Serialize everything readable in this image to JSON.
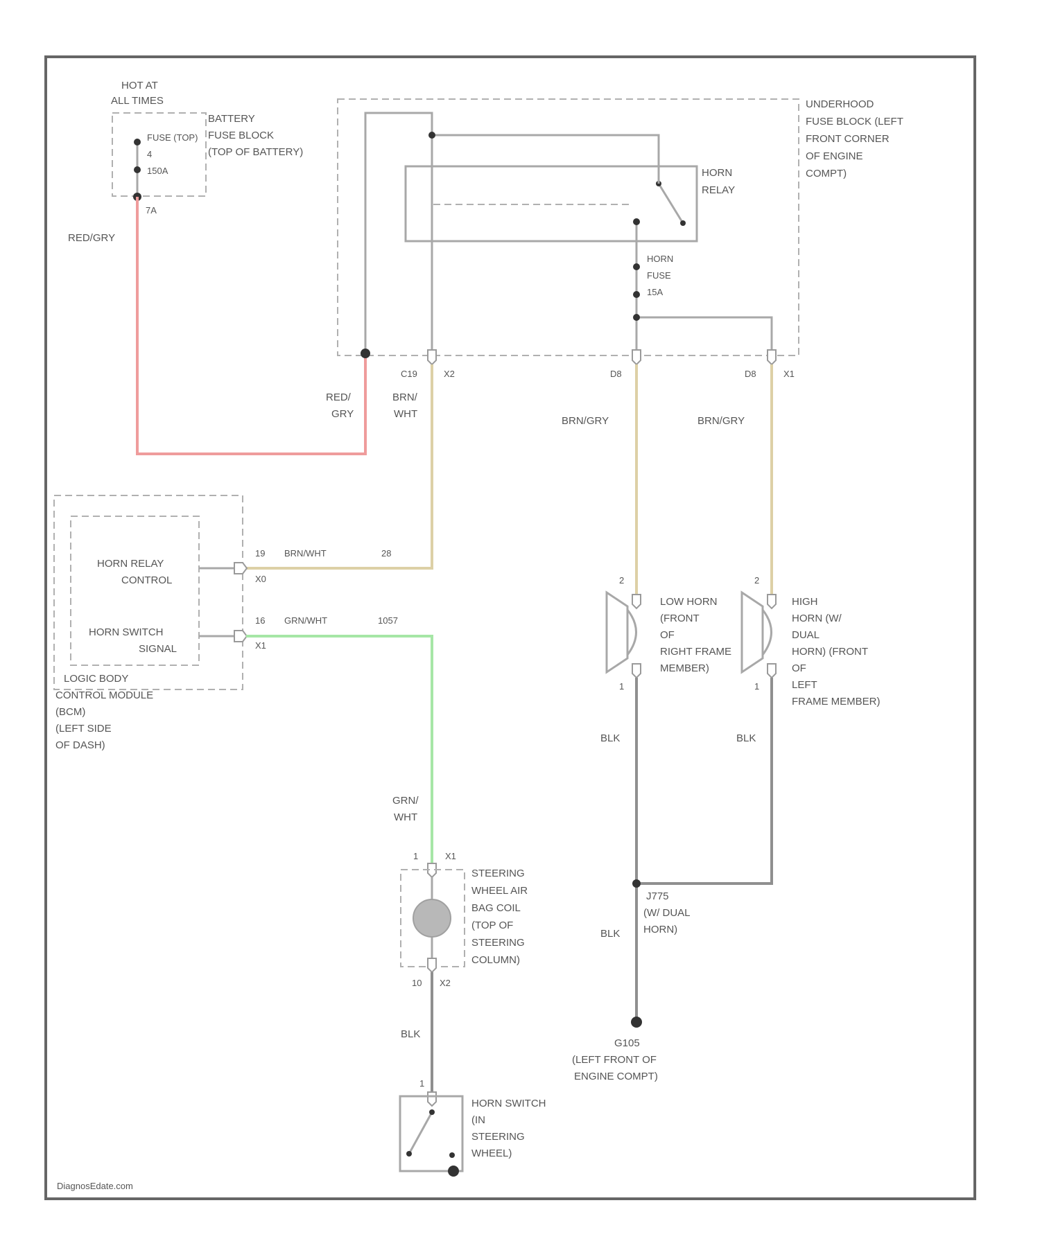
{
  "battery": {
    "hot_label": [
      "HOT AT",
      "ALL TIMES"
    ],
    "fuse_block_label": [
      "BATTERY",
      "FUSE BLOCK",
      "(TOP OF BATTERY)"
    ],
    "fuse_label": [
      "FUSE (TOP)",
      "4",
      "150A"
    ],
    "pin": "7A",
    "wire_color": "RED/GRY"
  },
  "underhood": {
    "block_label": [
      "UNDERHOOD",
      "FUSE BLOCK (LEFT",
      "FRONT CORNER",
      "OF ENGINE",
      "COMPT)"
    ],
    "relay_label": [
      "HORN",
      "RELAY"
    ],
    "fuse_label": [
      "HORN",
      "FUSE",
      "15A"
    ],
    "pins": {
      "a": "C19",
      "b": "X2",
      "c": "D8",
      "d": "D8",
      "e": "X1"
    }
  },
  "wires": {
    "red_gry": [
      "RED/",
      "GRY"
    ],
    "brn_wht": [
      "BRN/",
      "WHT"
    ],
    "brn_gry_left": "BRN/GRY",
    "brn_gry_right": "BRN/GRY",
    "grn_wht": [
      "GRN/",
      "WHT"
    ],
    "blk_low": "BLK",
    "blk_high": "BLK",
    "blk_junction": "BLK",
    "blk_switch": "BLK"
  },
  "bcm": {
    "relay_control_label": [
      "HORN RELAY",
      "CONTROL"
    ],
    "switch_signal_label": [
      "HORN SWITCH",
      "SIGNAL"
    ],
    "module_label": [
      "LOGIC BODY",
      "CONTROL MODULE",
      "(BCM)",
      "(LEFT SIDE",
      "OF DASH)"
    ],
    "relay_line": {
      "pin": "19",
      "conn": "X0",
      "wire": "BRN/WHT",
      "other_pin": "28"
    },
    "switch_line": {
      "pin": "16",
      "conn": "X1",
      "wire": "GRN/WHT",
      "other_pin": "1057"
    }
  },
  "horns": {
    "low": {
      "label": [
        "LOW HORN",
        "(FRONT",
        "OF",
        "RIGHT FRAME",
        "MEMBER)"
      ],
      "top_pin": "2",
      "bottom_pin": "1"
    },
    "high": {
      "label": [
        "HIGH",
        "HORN (W/",
        "DUAL",
        "HORN) (FRONT",
        "OF",
        "LEFT",
        "FRAME MEMBER)"
      ],
      "top_pin": "2",
      "bottom_pin": "1"
    }
  },
  "clockspring": {
    "label": [
      "STEERING",
      "WHEEL AIR",
      "BAG COIL",
      "(TOP OF",
      "STEERING",
      "COLUMN)"
    ],
    "top_pin": "1",
    "top_conn": "X1",
    "bottom_pin": "10",
    "bottom_conn": "X2"
  },
  "junction": {
    "label": [
      "J775",
      "(W/ DUAL",
      "HORN)"
    ]
  },
  "ground": {
    "label": [
      "G105",
      "(LEFT FRONT OF",
      "ENGINE COMPT)"
    ]
  },
  "horn_switch": {
    "label": [
      "HORN SWITCH",
      "(IN",
      "STEERING",
      "WHEEL)"
    ],
    "pin": "1"
  },
  "watermark": "DiagnosEdate.com",
  "colors": {
    "red_wire": "#ef9c9c",
    "tan_wire": "#ddd0a6",
    "green_wire": "#a6e6a6",
    "gray_wire": "#a8a8a8"
  }
}
